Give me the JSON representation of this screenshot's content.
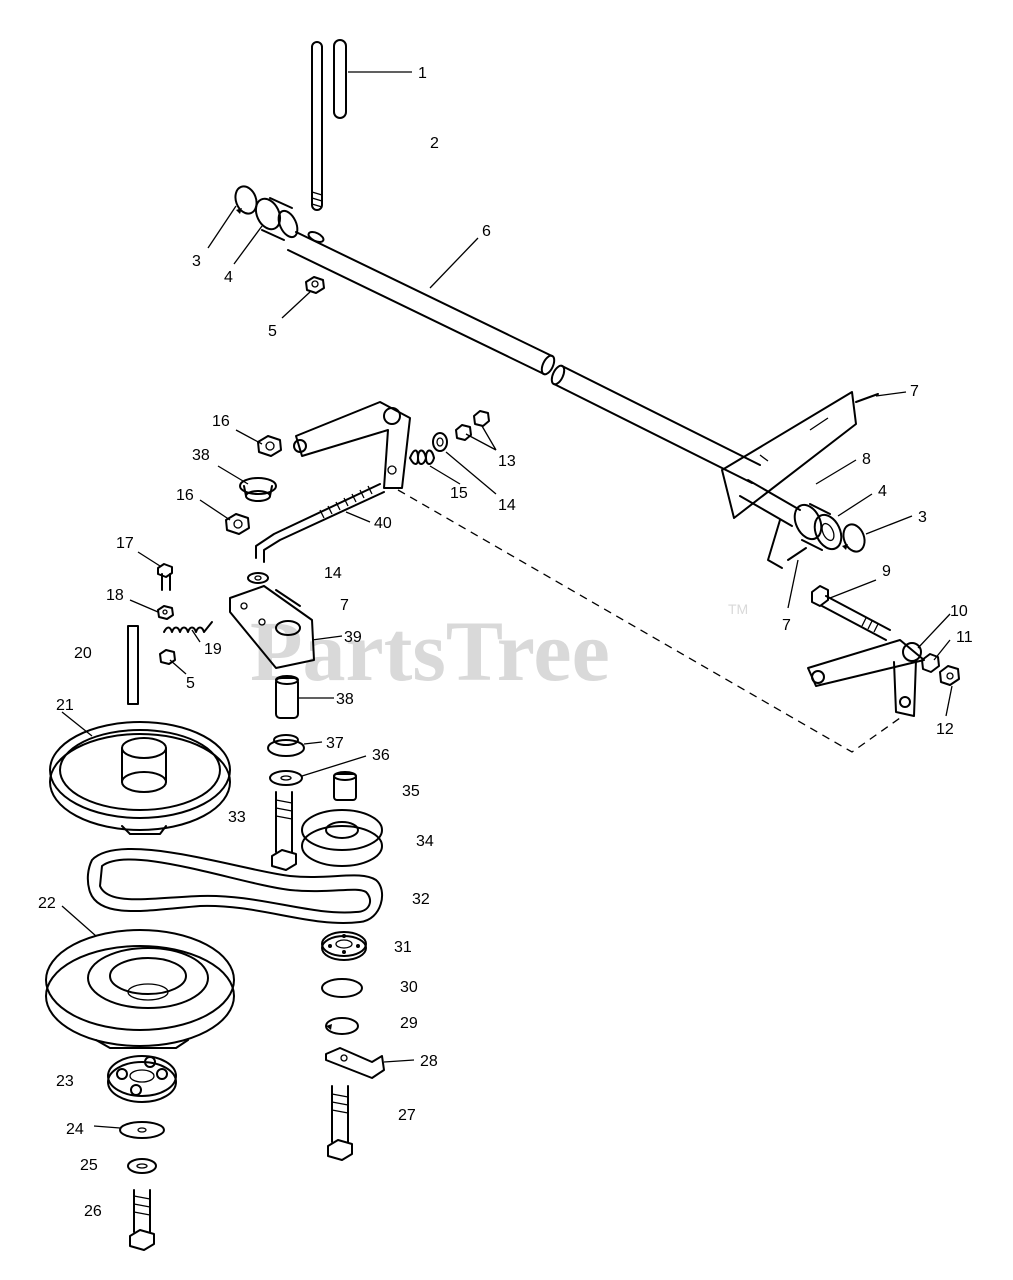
{
  "watermark": {
    "text": "PartsTree",
    "tm": "TM",
    "color": "#d9d9d9"
  },
  "colors": {
    "line": "#000000",
    "background": "#ffffff"
  },
  "callouts": [
    "1",
    "2",
    "3",
    "4",
    "5",
    "6",
    "7",
    "7",
    "7",
    "8",
    "4",
    "3",
    "9",
    "10",
    "11",
    "12",
    "13",
    "14",
    "15",
    "16",
    "38",
    "16",
    "40",
    "17",
    "14",
    "18",
    "19",
    "20",
    "5",
    "39",
    "38",
    "37",
    "36",
    "35",
    "21",
    "33",
    "34",
    "32",
    "22",
    "31",
    "30",
    "29",
    "28",
    "23",
    "27",
    "24",
    "25",
    "26"
  ]
}
